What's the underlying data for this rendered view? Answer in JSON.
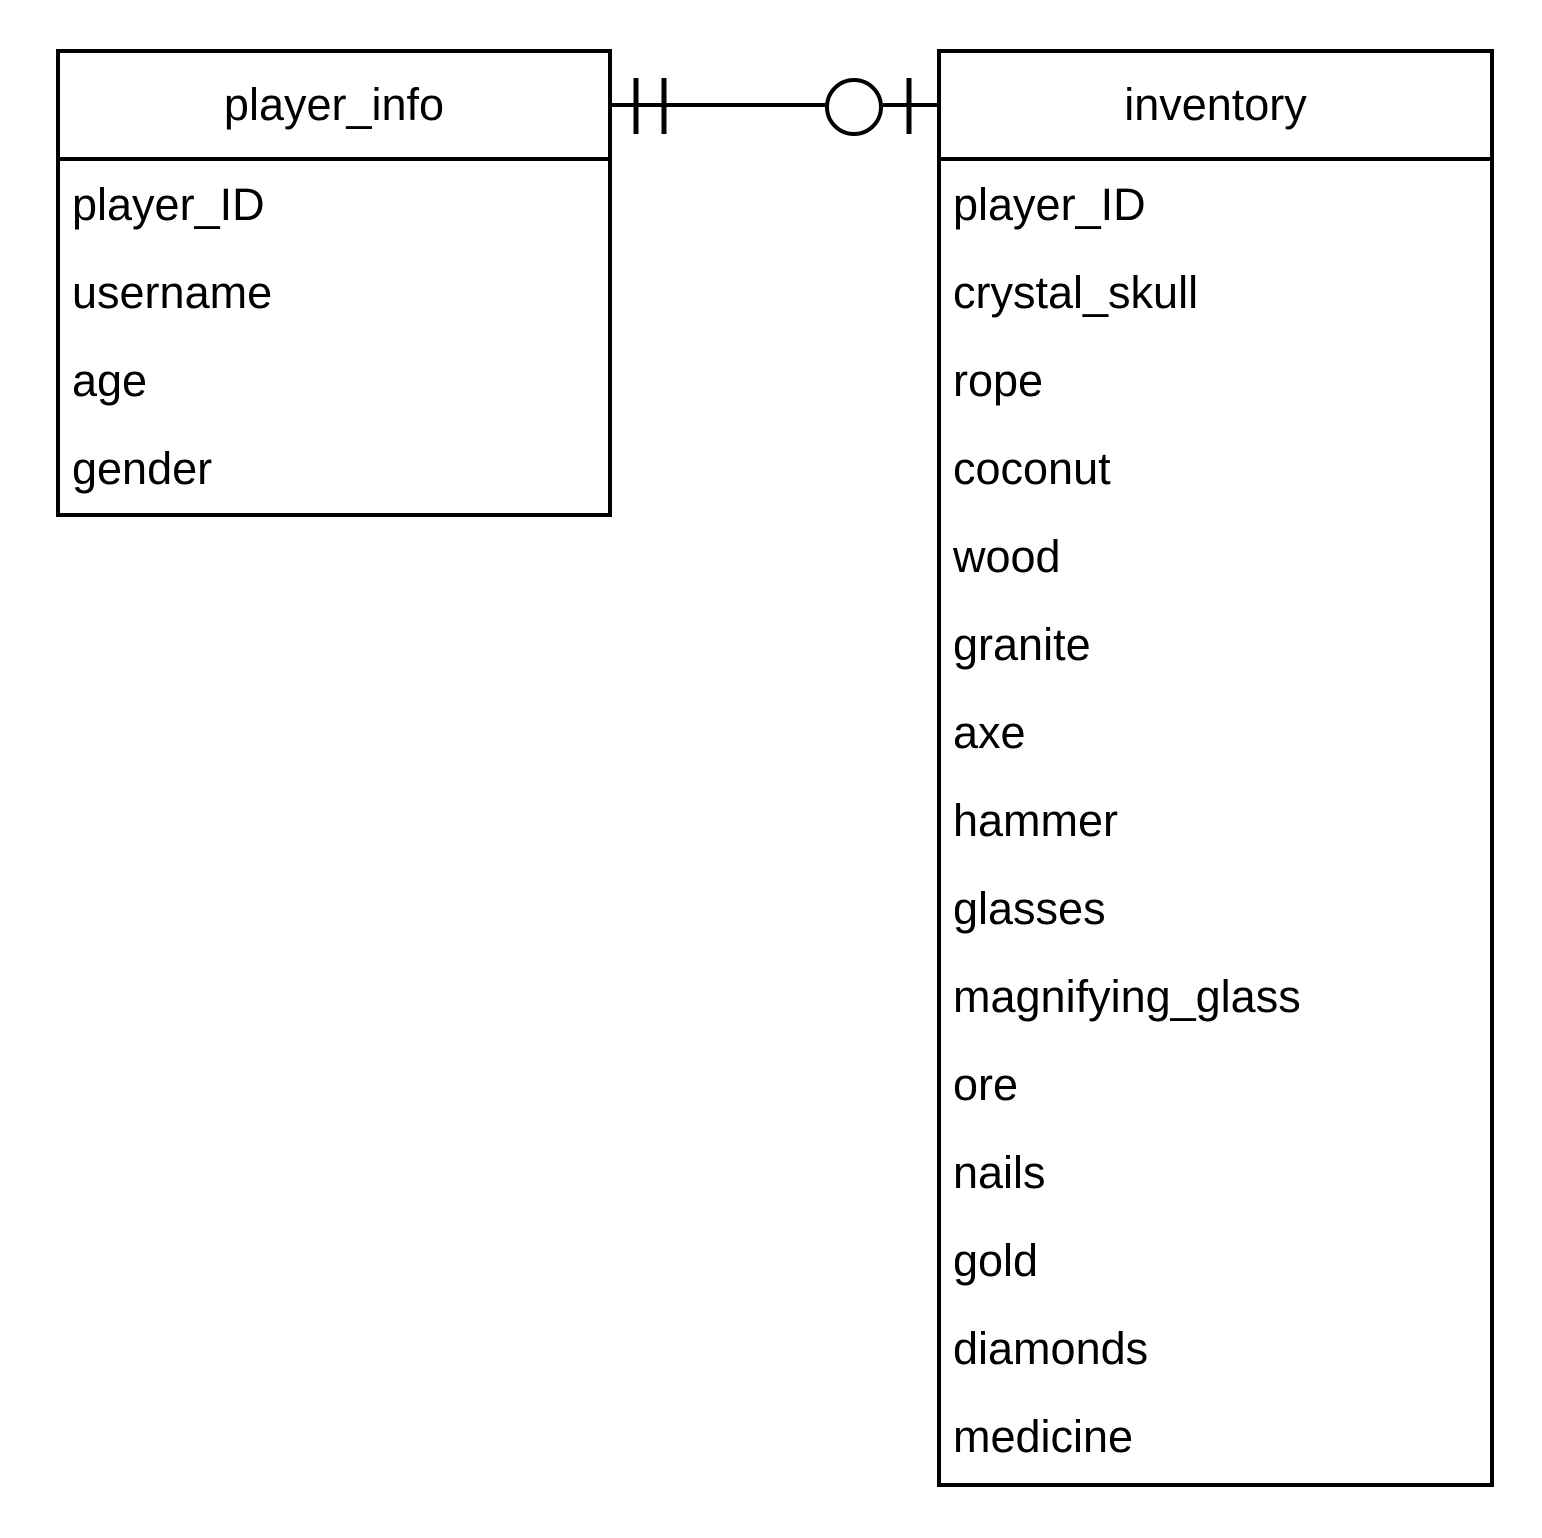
{
  "entities": {
    "player_info": {
      "title": "player_info",
      "attributes": [
        "player_ID",
        "username",
        "age",
        "gender"
      ]
    },
    "inventory": {
      "title": "inventory",
      "attributes": [
        "player_ID",
        "crystal_skull",
        "rope",
        "coconut",
        "wood",
        "granite",
        "axe",
        "hammer",
        "glasses",
        "magnifying_glass",
        "ore",
        "nails",
        "gold",
        "diamonds",
        "medicine"
      ]
    }
  },
  "relationship": {
    "from": "player_info",
    "to": "inventory",
    "from_cardinality": "one-and-only-one",
    "to_cardinality": "zero-or-one"
  }
}
